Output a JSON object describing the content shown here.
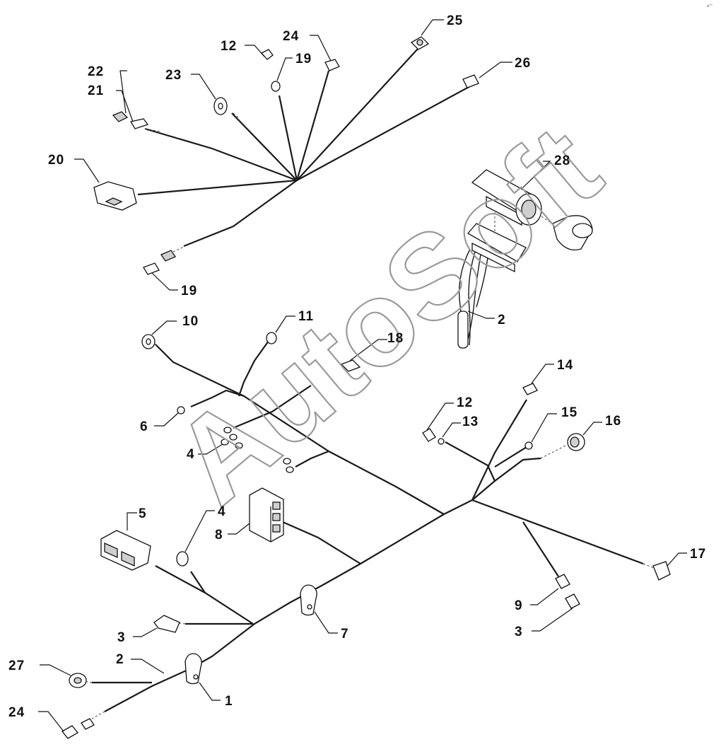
{
  "watermark": "AutoSoft",
  "corner_mark": "a°°",
  "labels": {
    "l1": "1",
    "l2a": "2",
    "l2b": "2",
    "l3a": "3",
    "l3b": "3",
    "l4a": "4",
    "l4b": "4",
    "l5": "5",
    "l6": "6",
    "l7": "7",
    "l8": "8",
    "l9": "9",
    "l10": "10",
    "l11": "11",
    "l12a": "12",
    "l12b": "12",
    "l13": "13",
    "l14": "14",
    "l15": "15",
    "l16": "16",
    "l17": "17",
    "l18": "18",
    "l19a": "19",
    "l19b": "19",
    "l20": "20",
    "l21": "21",
    "l22": "22",
    "l23": "23",
    "l24a": "24",
    "l24b": "24",
    "l25": "25",
    "l26": "26",
    "l27": "27",
    "l28": "28"
  }
}
